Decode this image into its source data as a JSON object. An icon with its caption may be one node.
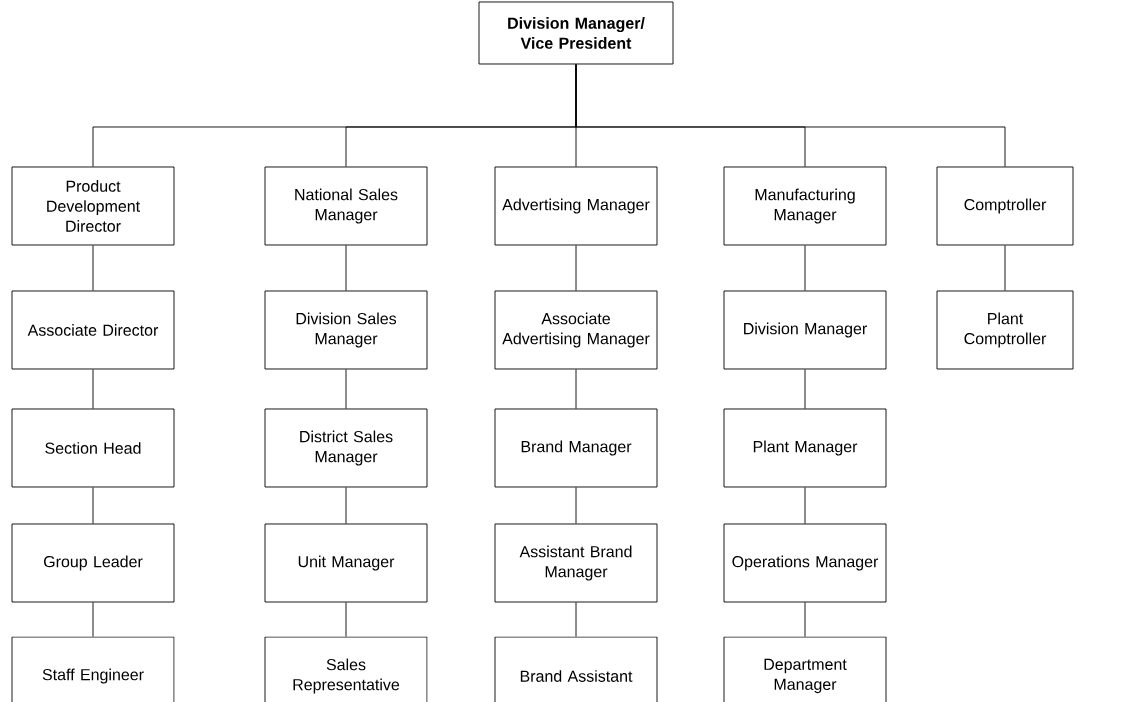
{
  "diagram": {
    "nodes": [
      {
        "text": [
          "Division Manager/ Vice President"
        ]
      },
      {
        "text": [
          "Product Development Director"
        ]
      },
      {
        "text": [
          "National Sales Manager"
        ]
      },
      {
        "text": [
          "Advertising Manager"
        ]
      },
      {
        "text": [
          "Manufacturing Manager"
        ]
      },
      {
        "text": [
          "Comptroller"
        ]
      },
      {
        "text": [
          "Associate Director"
        ]
      },
      {
        "text": [
          "Division Sales Manager"
        ]
      },
      {
        "text": [
          "Associate Advertising Manager"
        ]
      },
      {
        "text": [
          "Division Manager"
        ]
      },
      {
        "text": [
          "Plant Comptroller"
        ]
      },
      {
        "text": [
          "Section Head"
        ]
      },
      {
        "text": [
          "District Sales Manager"
        ]
      },
      {
        "text": [
          "Brand Manager"
        ]
      },
      {
        "text": [
          "Plant Manager"
        ]
      },
      {
        "text": [
          "Group Leader"
        ]
      },
      {
        "text": [
          "Unit Manager"
        ]
      },
      {
        "text": [
          "Assistant Brand Manager"
        ]
      },
      {
        "text": [
          "Operations Manager"
        ]
      },
      {
        "text": [
          "Staff Engineer"
        ]
      },
      {
        "text": [
          "Sales Representative"
        ]
      },
      {
        "text": [
          "Brand Assistant"
        ]
      },
      {
        "text": [
          "Department Manager"
        ]
      }
    ],
    "edges": [
      {
        "from": 0,
        "to": 1,
        "arrow": "none"
      },
      {
        "from": 0,
        "to": 2,
        "arrow": "none"
      },
      {
        "from": 0,
        "to": 3,
        "arrow": "none"
      },
      {
        "from": 0,
        "to": 4,
        "arrow": "none"
      },
      {
        "from": 0,
        "to": 5,
        "arrow": "none"
      },
      {
        "from": 1,
        "to": 6,
        "arrow": "none"
      },
      {
        "from": 2,
        "to": 7,
        "arrow": "none"
      },
      {
        "from": 3,
        "to": 8,
        "arrow": "none"
      },
      {
        "from": 4,
        "to": 9,
        "arrow": "none"
      },
      {
        "from": 5,
        "to": 10,
        "arrow": "none"
      },
      {
        "from": 6,
        "to": 11,
        "arrow": "none"
      },
      {
        "from": 7,
        "to": 12,
        "arrow": "none"
      },
      {
        "from": 8,
        "to": 13,
        "arrow": "none"
      },
      {
        "from": 9,
        "to": 14,
        "arrow": "none"
      },
      {
        "from": 11,
        "to": 15,
        "arrow": "none"
      },
      {
        "from": 12,
        "to": 16,
        "arrow": "none"
      },
      {
        "from": 13,
        "to": 17,
        "arrow": "none"
      },
      {
        "from": 14,
        "to": 18,
        "arrow": "none"
      },
      {
        "from": 15,
        "to": 19,
        "arrow": "none"
      },
      {
        "from": 16,
        "to": 20,
        "arrow": "none"
      },
      {
        "from": 17,
        "to": 21,
        "arrow": "none"
      },
      {
        "from": 18,
        "to": 22,
        "arrow": "none"
      }
    ]
  }
}
